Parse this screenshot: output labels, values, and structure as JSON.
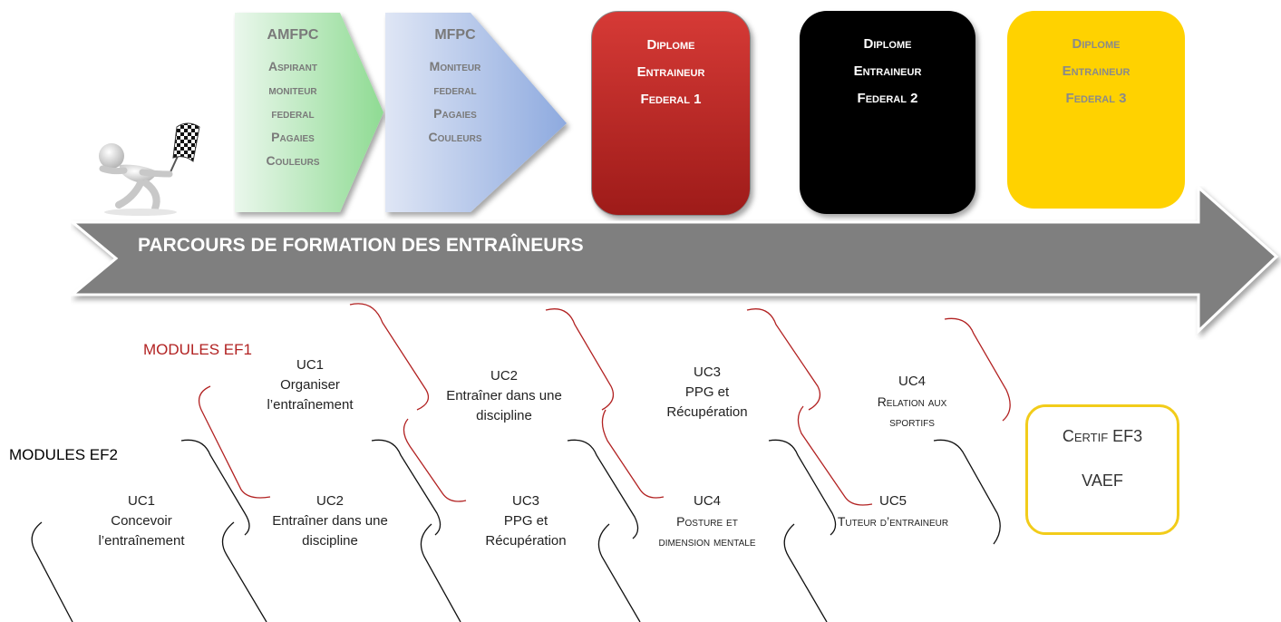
{
  "stages": {
    "amfpc": {
      "title": "AMFPC",
      "lines": [
        "Aspirant",
        "moniteur",
        "federal",
        "Pagaies",
        "Couleurs"
      ]
    },
    "mfpc": {
      "title": "MFPC",
      "lines": [
        "Moniteur",
        "federal",
        "Pagaies",
        "Couleurs"
      ]
    },
    "ef1": {
      "lines": [
        "Diplome",
        "Entraineur",
        "Federal 1"
      ],
      "color": "#b8201f"
    },
    "ef2": {
      "lines": [
        "Diplome",
        "Entraineur",
        "Federal 2"
      ],
      "color": "#000000"
    },
    "ef3": {
      "lines": [
        "Diplome",
        "Entraineur",
        "Federal 3"
      ],
      "color": "#ffd200"
    }
  },
  "arrow": {
    "label": "PARCOURS DE FORMATION DES ENTRAÎNEURS",
    "color": "#7f7f7f"
  },
  "ef1_modules": {
    "heading": "MODULES EF1",
    "items": [
      {
        "lines": [
          "UC1",
          "Organiser",
          "l’entraînement"
        ]
      },
      {
        "lines": [
          "UC2",
          "Entraîner dans une",
          "discipline"
        ]
      },
      {
        "lines": [
          "UC3",
          "PPG et",
          "Récupération"
        ]
      },
      {
        "lines": [
          "UC4",
          "Relation aux",
          "sportifs"
        ]
      }
    ]
  },
  "ef2_modules": {
    "heading": "MODULES EF2",
    "items": [
      {
        "lines": [
          "UC1",
          "Concevoir",
          "l’entraînement"
        ]
      },
      {
        "lines": [
          "UC2",
          "Entraîner dans une",
          "discipline"
        ]
      },
      {
        "lines": [
          "UC3",
          "PPG et",
          "Récupération"
        ]
      },
      {
        "lines": [
          "UC4",
          "Posture et",
          "dimension mentale"
        ]
      },
      {
        "lines": [
          "UC5",
          "Tuteur d’entraineur"
        ]
      }
    ]
  },
  "ef3_box": {
    "lines": [
      "Certif EF3",
      "VAEF"
    ]
  }
}
